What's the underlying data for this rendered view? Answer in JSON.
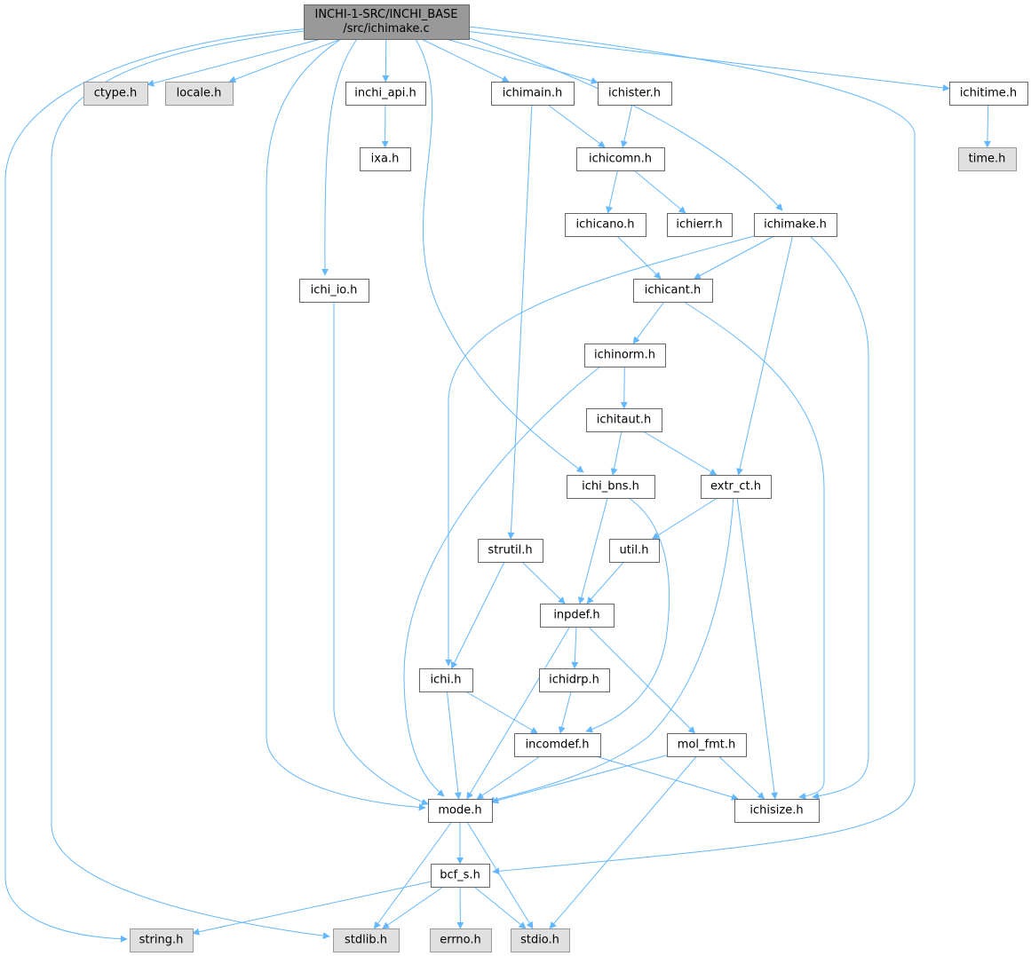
{
  "diagram": {
    "type": "include-dependency-graph",
    "edge_color": "#63b8ff",
    "node_colors": {
      "root_fill": "#999999",
      "normal_fill": "#ffffff",
      "system_fill": "#e0e0e0",
      "border": "#666666"
    },
    "nodes": [
      {
        "id": "root",
        "kind": "root",
        "lines": [
          "INCHI-1-SRC/INCHI_BASE",
          "/src/ichimake.c"
        ]
      },
      {
        "id": "ctype",
        "kind": "system",
        "lines": [
          "ctype.h"
        ]
      },
      {
        "id": "locale",
        "kind": "system",
        "lines": [
          "locale.h"
        ]
      },
      {
        "id": "inchi_api",
        "kind": "normal",
        "lines": [
          "inchi_api.h"
        ]
      },
      {
        "id": "ichimain",
        "kind": "normal",
        "lines": [
          "ichimain.h"
        ]
      },
      {
        "id": "ichister",
        "kind": "normal",
        "lines": [
          "ichister.h"
        ]
      },
      {
        "id": "ichitime",
        "kind": "normal",
        "lines": [
          "ichitime.h"
        ]
      },
      {
        "id": "time",
        "kind": "system",
        "lines": [
          "time.h"
        ]
      },
      {
        "id": "ixa",
        "kind": "normal",
        "lines": [
          "ixa.h"
        ]
      },
      {
        "id": "ichicomn",
        "kind": "normal",
        "lines": [
          "ichicomn.h"
        ]
      },
      {
        "id": "ichicano",
        "kind": "normal",
        "lines": [
          "ichicano.h"
        ]
      },
      {
        "id": "ichierr",
        "kind": "normal",
        "lines": [
          "ichierr.h"
        ]
      },
      {
        "id": "ichimake",
        "kind": "normal",
        "lines": [
          "ichimake.h"
        ]
      },
      {
        "id": "ichi_io",
        "kind": "normal",
        "lines": [
          "ichi_io.h"
        ]
      },
      {
        "id": "ichicant",
        "kind": "normal",
        "lines": [
          "ichicant.h"
        ]
      },
      {
        "id": "ichinorm",
        "kind": "normal",
        "lines": [
          "ichinorm.h"
        ]
      },
      {
        "id": "ichitaut",
        "kind": "normal",
        "lines": [
          "ichitaut.h"
        ]
      },
      {
        "id": "ichi_bns",
        "kind": "normal",
        "lines": [
          "ichi_bns.h"
        ]
      },
      {
        "id": "extr_ct",
        "kind": "normal",
        "lines": [
          "extr_ct.h"
        ]
      },
      {
        "id": "strutil",
        "kind": "normal",
        "lines": [
          "strutil.h"
        ]
      },
      {
        "id": "util",
        "kind": "normal",
        "lines": [
          "util.h"
        ]
      },
      {
        "id": "inpdef",
        "kind": "normal",
        "lines": [
          "inpdef.h"
        ]
      },
      {
        "id": "ichi",
        "kind": "normal",
        "lines": [
          "ichi.h"
        ]
      },
      {
        "id": "ichidrp",
        "kind": "normal",
        "lines": [
          "ichidrp.h"
        ]
      },
      {
        "id": "incomdef",
        "kind": "normal",
        "lines": [
          "incomdef.h"
        ]
      },
      {
        "id": "mol_fmt",
        "kind": "normal",
        "lines": [
          "mol_fmt.h"
        ]
      },
      {
        "id": "mode",
        "kind": "normal",
        "lines": [
          "mode.h"
        ]
      },
      {
        "id": "ichisize",
        "kind": "normal",
        "lines": [
          "ichisize.h"
        ]
      },
      {
        "id": "bcf_s",
        "kind": "normal",
        "lines": [
          "bcf_s.h"
        ]
      },
      {
        "id": "string",
        "kind": "system",
        "lines": [
          "string.h"
        ]
      },
      {
        "id": "stdlib",
        "kind": "system",
        "lines": [
          "stdlib.h"
        ]
      },
      {
        "id": "errno",
        "kind": "system",
        "lines": [
          "errno.h"
        ]
      },
      {
        "id": "stdio",
        "kind": "system",
        "lines": [
          "stdio.h"
        ]
      }
    ],
    "edges": [
      [
        "root",
        "string"
      ],
      [
        "root",
        "stdlib"
      ],
      [
        "root",
        "ctype"
      ],
      [
        "root",
        "locale"
      ],
      [
        "root",
        "mode"
      ],
      [
        "root",
        "ichi_io"
      ],
      [
        "root",
        "inchi_api"
      ],
      [
        "root",
        "ichi_bns"
      ],
      [
        "root",
        "ichimain"
      ],
      [
        "root",
        "ichister"
      ],
      [
        "root",
        "ichimake"
      ],
      [
        "root",
        "bcf_s"
      ],
      [
        "root",
        "ichitime"
      ],
      [
        "inchi_api",
        "ixa"
      ],
      [
        "ichitime",
        "time"
      ],
      [
        "ichimain",
        "ichicomn"
      ],
      [
        "ichimain",
        "strutil"
      ],
      [
        "ichister",
        "ichicomn"
      ],
      [
        "ichicomn",
        "ichicano"
      ],
      [
        "ichicomn",
        "ichierr"
      ],
      [
        "ichicano",
        "ichicant"
      ],
      [
        "ichimake",
        "ichicant"
      ],
      [
        "ichimake",
        "ichi"
      ],
      [
        "ichimake",
        "extr_ct"
      ],
      [
        "ichimake",
        "ichisize"
      ],
      [
        "ichi_io",
        "mode"
      ],
      [
        "ichicant",
        "ichinorm"
      ],
      [
        "ichicant",
        "ichisize"
      ],
      [
        "ichinorm",
        "ichitaut"
      ],
      [
        "ichinorm",
        "mode"
      ],
      [
        "ichitaut",
        "ichi_bns"
      ],
      [
        "ichitaut",
        "extr_ct"
      ],
      [
        "ichi_bns",
        "inpdef"
      ],
      [
        "ichi_bns",
        "incomdef"
      ],
      [
        "extr_ct",
        "util"
      ],
      [
        "extr_ct",
        "mode"
      ],
      [
        "extr_ct",
        "ichisize"
      ],
      [
        "strutil",
        "inpdef"
      ],
      [
        "strutil",
        "ichi"
      ],
      [
        "util",
        "inpdef"
      ],
      [
        "inpdef",
        "ichidrp"
      ],
      [
        "inpdef",
        "mol_fmt"
      ],
      [
        "inpdef",
        "mode"
      ],
      [
        "ichi",
        "incomdef"
      ],
      [
        "ichi",
        "mode"
      ],
      [
        "ichidrp",
        "incomdef"
      ],
      [
        "incomdef",
        "mode"
      ],
      [
        "incomdef",
        "ichisize"
      ],
      [
        "mol_fmt",
        "mode"
      ],
      [
        "mol_fmt",
        "ichisize"
      ],
      [
        "mol_fmt",
        "stdio"
      ],
      [
        "mode",
        "bcf_s"
      ],
      [
        "mode",
        "stdlib"
      ],
      [
        "mode",
        "stdio"
      ],
      [
        "bcf_s",
        "string"
      ],
      [
        "bcf_s",
        "stdlib"
      ],
      [
        "bcf_s",
        "errno"
      ],
      [
        "bcf_s",
        "stdio"
      ]
    ]
  }
}
